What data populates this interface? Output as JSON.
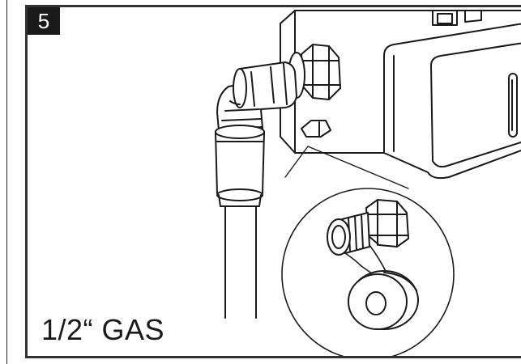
{
  "step": {
    "number": "5"
  },
  "caption": {
    "text": "1/2“ GAS"
  },
  "icons": {
    "elbow_fitting": "elbow-connector",
    "hose": "gas-hose",
    "appliance": "appliance-body",
    "nut": "hex-nut",
    "tape": "ptfe-tape-roll",
    "detail": "detail-magnifier"
  },
  "colors": {
    "ink": "#1a1a1a",
    "badge_bg": "#1a1a1a",
    "badge_fg": "#ffffff"
  }
}
